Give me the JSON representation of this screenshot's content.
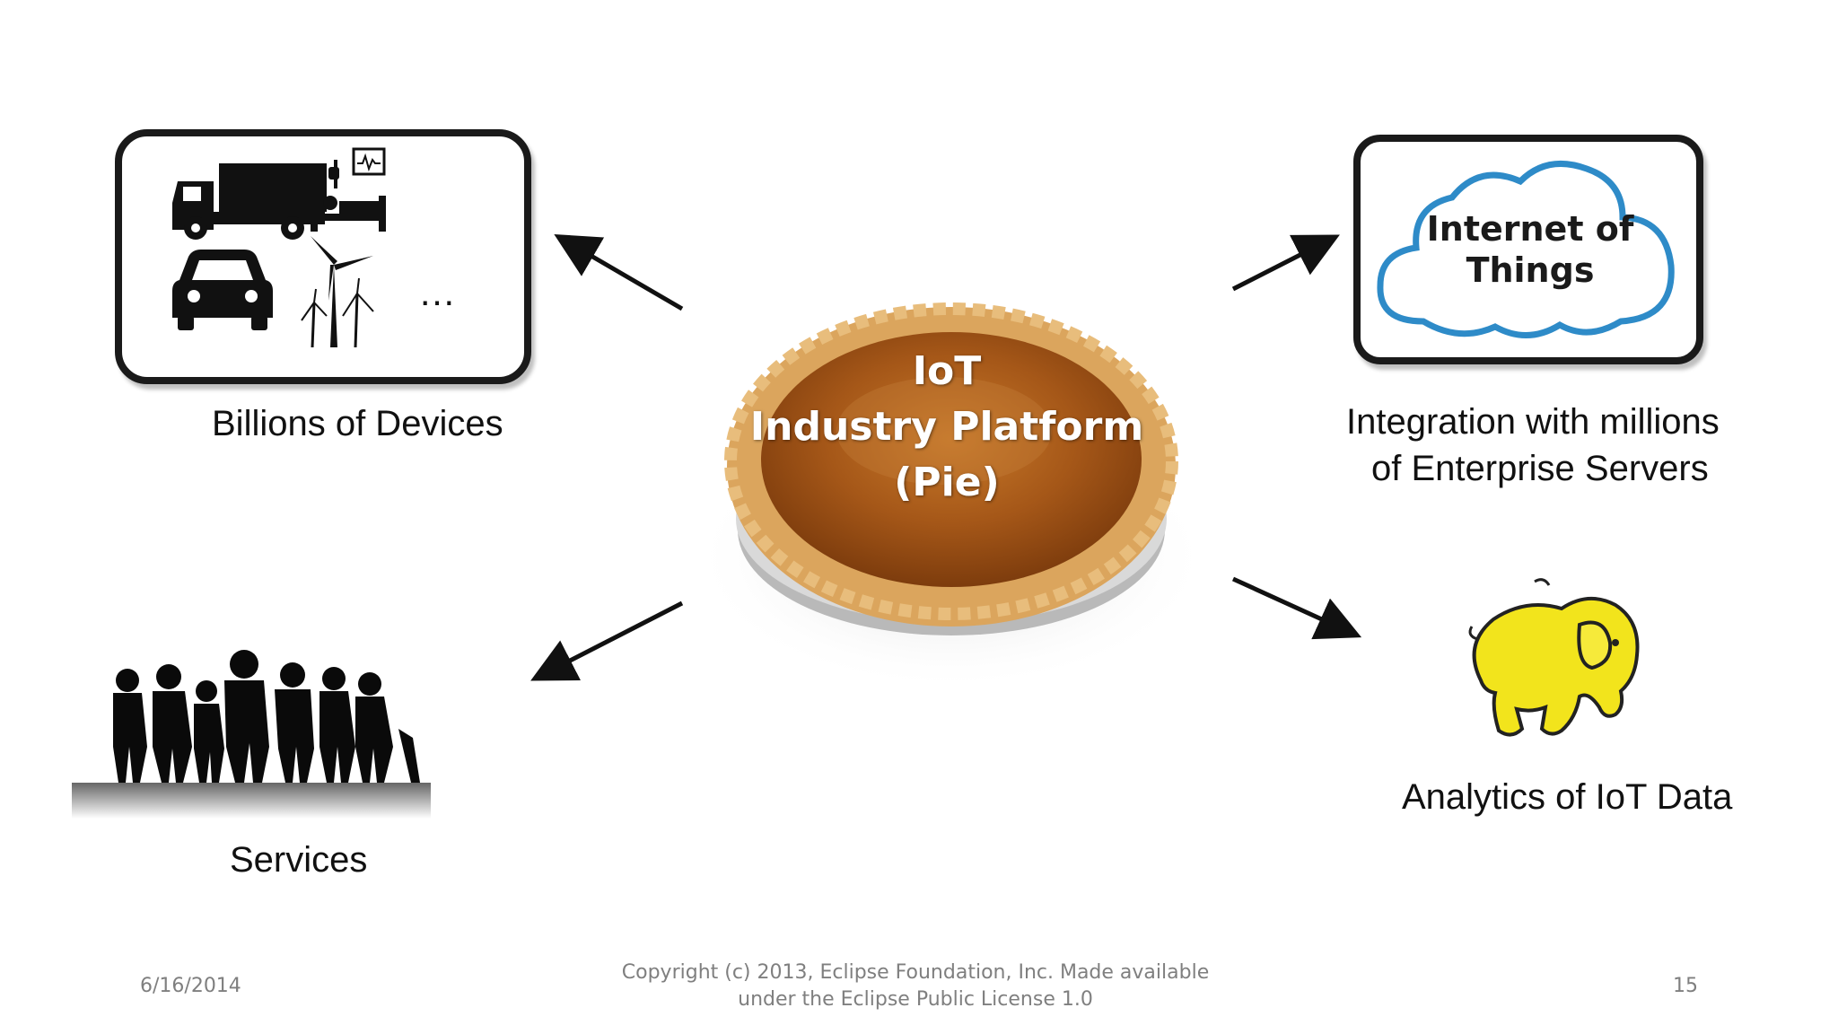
{
  "devices": {
    "label": "Billions of Devices",
    "ellipsis": "…",
    "icons": [
      "truck-icon",
      "hospital-bed-icon",
      "car-icon",
      "wind-turbine-icon"
    ]
  },
  "iot_cloud": {
    "line1": "Internet of",
    "line2": "Things",
    "cloud_color": "#2e8bc8"
  },
  "integration": {
    "line1": "Integration with millions",
    "line2": "of Enterprise Servers"
  },
  "pie": {
    "line1": "IoT",
    "line2": "Industry Platform",
    "line3": "(Pie)"
  },
  "analytics": {
    "label": "Analytics of IoT Data",
    "icon": "elephant-icon",
    "icon_color": "#f2e41c"
  },
  "services": {
    "label": "Services",
    "icon": "people-silhouette-icon"
  },
  "footer": {
    "date": "6/16/2014",
    "copyright_line1": "Copyright (c) 2013, Eclipse Foundation, Inc. Made available",
    "copyright_line2": "under the Eclipse Public License 1.0",
    "page_number": "15"
  }
}
